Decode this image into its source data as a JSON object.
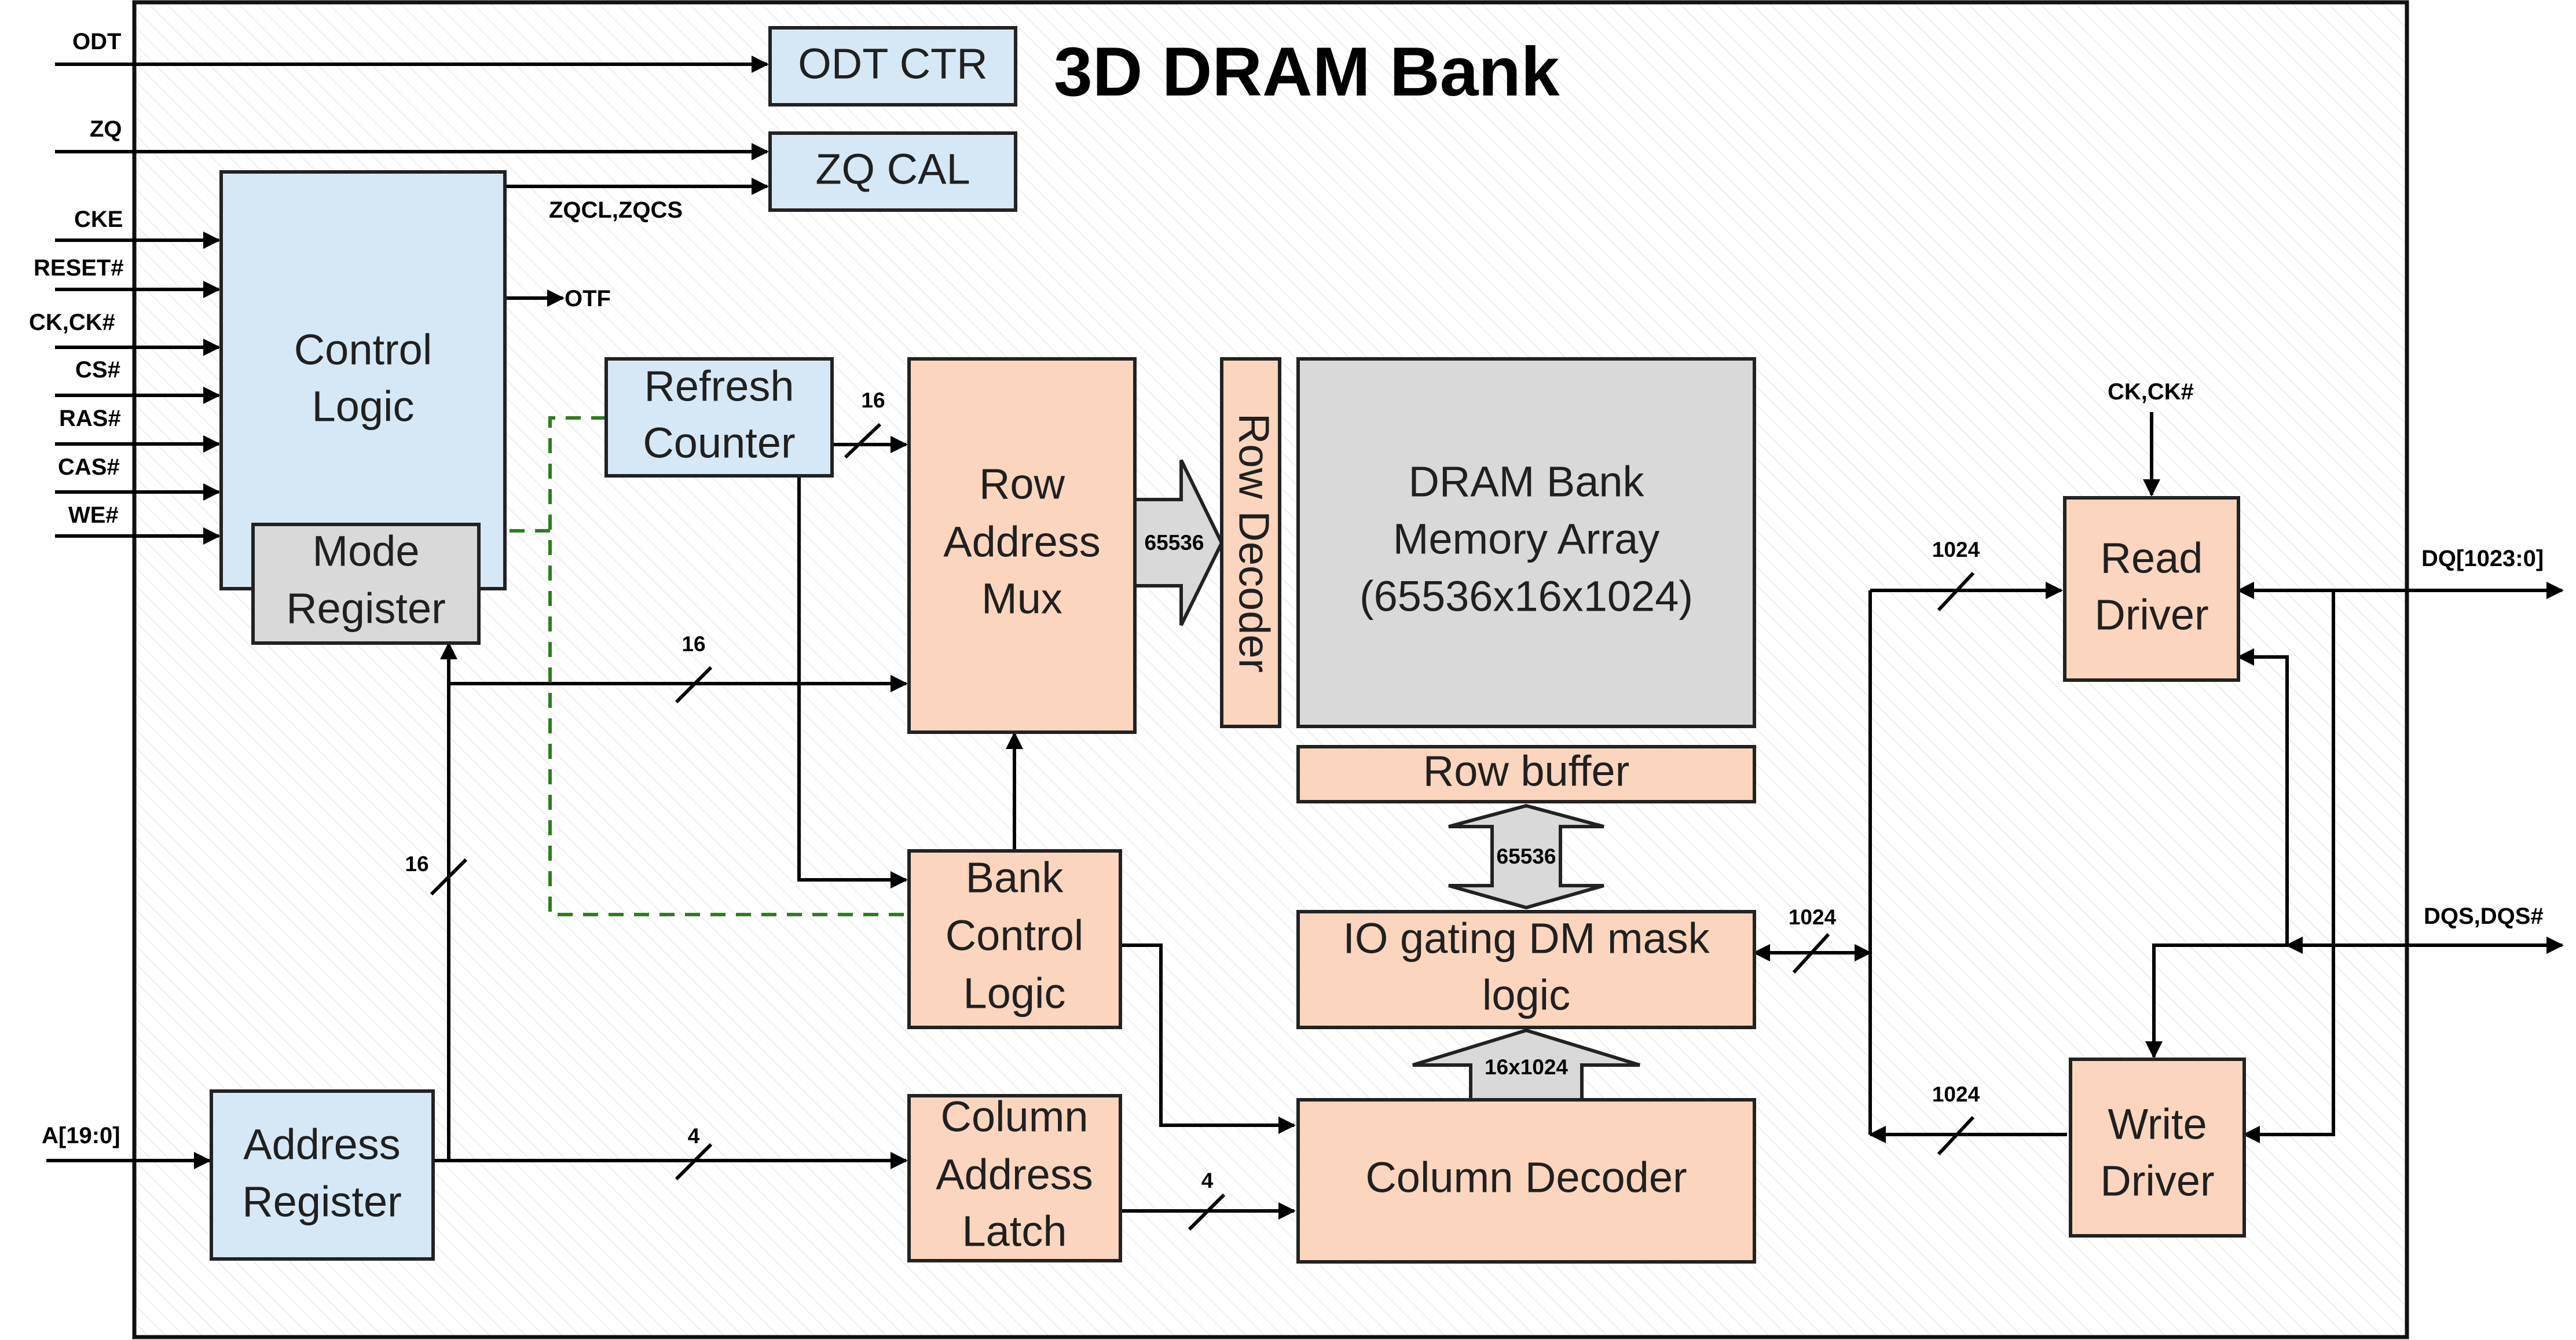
{
  "title": "3D DRAM Bank",
  "colors": {
    "io_blocks": "#d6e8f5",
    "datapath_blocks": "#fbd5bd",
    "array_blocks": "#d9d9d9",
    "refresh_path": "#2e7d1e"
  },
  "blocks": {
    "odt_ctr": "ODT CTR",
    "zq_cal": "ZQ CAL",
    "control_logic": [
      "Control",
      "Logic"
    ],
    "mode_register": [
      "Mode",
      "Register"
    ],
    "refresh_counter": [
      "Refresh",
      "Counter"
    ],
    "row_address_mux": [
      "Row",
      "Address",
      "Mux"
    ],
    "row_decoder": "Row Decoder",
    "memory_array": [
      "DRAM Bank",
      "Memory Array",
      "(65536x16x1024)"
    ],
    "row_buffer": "Row buffer",
    "io_gating": [
      "IO gating DM mask",
      "logic"
    ],
    "bank_control": [
      "Bank",
      "Control",
      "Logic"
    ],
    "column_latch": [
      "Column",
      "Address",
      "Latch"
    ],
    "column_decoder": "Column Decoder",
    "address_register": [
      "Address",
      "Register"
    ],
    "read_driver": [
      "Read",
      "Driver"
    ],
    "write_driver": [
      "Write",
      "Driver"
    ]
  },
  "signals": {
    "odt": "ODT",
    "zq": "ZQ",
    "cke": "CKE",
    "reset": "RESET#",
    "ck": "CK,CK#",
    "cs": "CS#",
    "ras": "RAS#",
    "cas": "CAS#",
    "we": "WE#",
    "zqcl": "ZQCL,ZQCS",
    "otf": "OTF",
    "addr_in": "A[19:0]",
    "ck_read": "CK,CK#",
    "dq": "DQ[1023:0]",
    "dqs": "DQS,DQS#"
  },
  "bus_widths": {
    "refresh_to_mux": "16",
    "addr_to_mux": "16",
    "addr_vertical": "16",
    "addr_to_latch": "4",
    "latch_to_coldec": "4",
    "mux_to_rowdec": "65536",
    "rowbuf_iogating": "65536",
    "coldec_to_io": "16x1024",
    "io_to_bus": "1024",
    "bus_to_read": "1024",
    "write_to_bus": "1024"
  }
}
